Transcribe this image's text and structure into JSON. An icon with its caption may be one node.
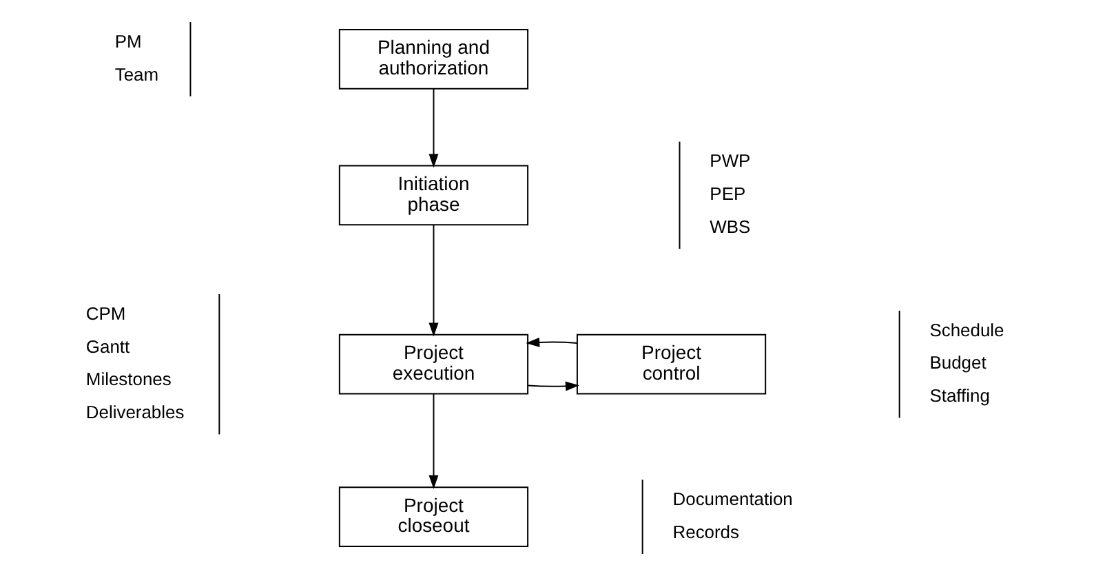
{
  "diagram": {
    "nodes": [
      {
        "text": [
          "Planning and authorization"
        ],
        "beside": [
          "PM",
          "Team"
        ]
      },
      {
        "text": [
          "Initiation phase"
        ],
        "beside": [
          "PWP",
          "PEP",
          "WBS"
        ]
      },
      {
        "text": [
          "Project execution"
        ],
        "beside": [
          "CPM",
          "Gantt",
          "Milestones",
          "Deliverables"
        ]
      },
      {
        "text": [
          "Project control"
        ],
        "beside": [
          "Schedule",
          "Budget",
          "Staffing"
        ]
      },
      {
        "text": [
          "Project closeout"
        ],
        "beside": [
          "Documentation",
          "Records"
        ]
      }
    ],
    "edges": [
      {
        "from": 0,
        "to": 1,
        "arrow": "to"
      },
      {
        "from": 1,
        "to": 2,
        "arrow": "to"
      },
      {
        "from": 2,
        "to": 3,
        "arrow": "to"
      },
      {
        "from": 3,
        "to": 2,
        "arrow": "to"
      },
      {
        "from": 2,
        "to": 4,
        "arrow": "to"
      }
    ]
  }
}
